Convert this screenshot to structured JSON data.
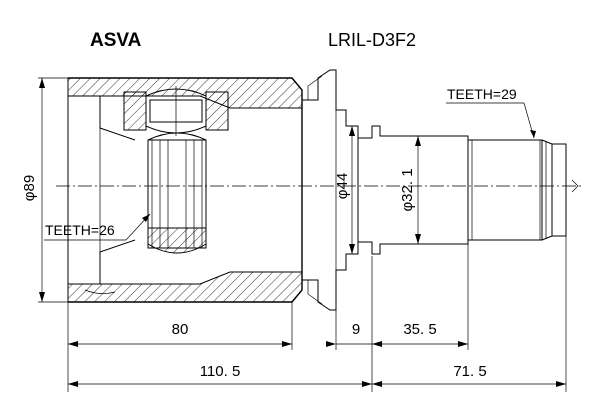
{
  "header": {
    "brand": "ASVA",
    "part_number": "LRIL-D3F2"
  },
  "callouts": {
    "teeth_outer": "TEETH=29",
    "teeth_inner": "TEETH=26"
  },
  "dimensions": {
    "housing_diameter": "φ89",
    "seat_diameter": "φ44",
    "shaft_diameter": "φ32. 1",
    "housing_length": "80",
    "flange_width": "9",
    "shaft_section_length": "35. 5",
    "overall_body_length": "110. 5",
    "stub_length": "71. 5"
  }
}
